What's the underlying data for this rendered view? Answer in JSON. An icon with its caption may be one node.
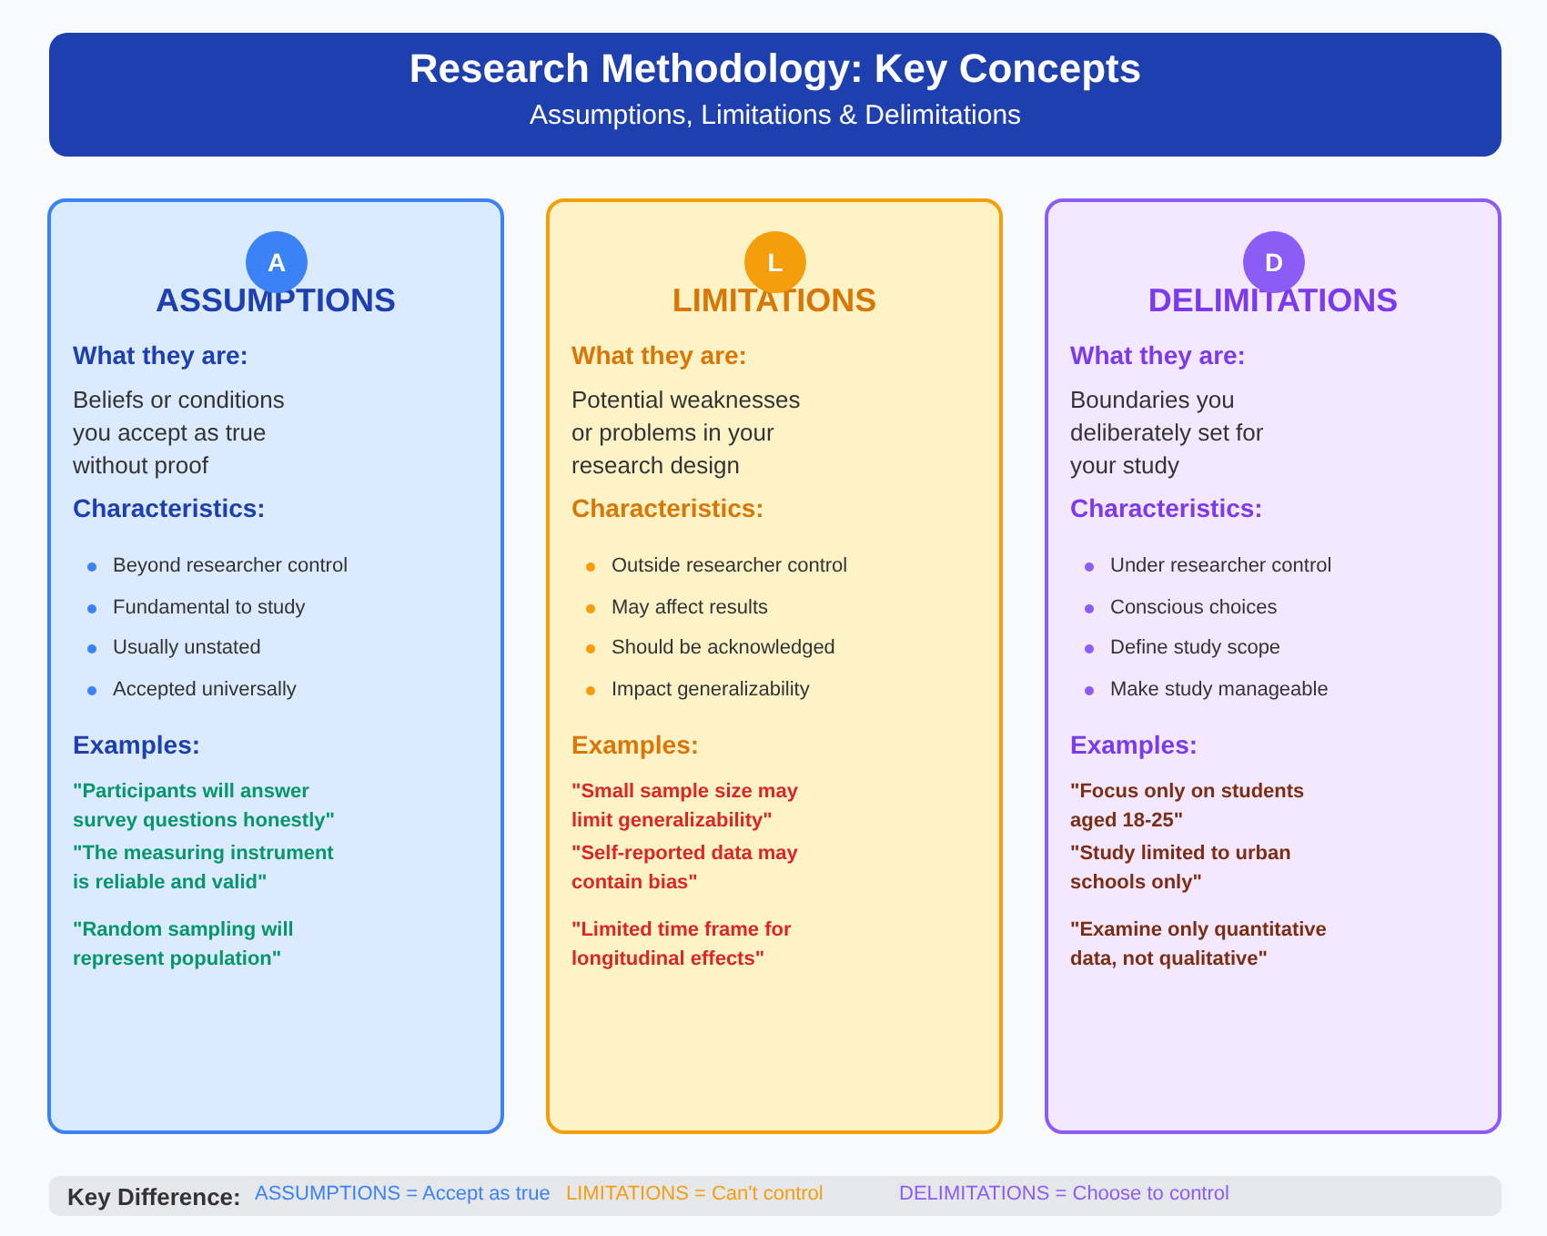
{
  "diagram": {
    "title": "Research Methodology: Key Concepts",
    "caption": "Assumptions, Limitations & Delimitations",
    "nodes": [
      {
        "text": [
          "ASSUMPTIONS",
          "What they are:",
          "Beliefs or conditions you accept as true without proof",
          "Characteristics:",
          "Beyond researcher control",
          "Fundamental to study",
          "Usually unstated",
          "Accepted universally",
          "Examples:",
          "\"Participants will answer survey questions honestly\"",
          "\"The measuring instrument is reliable and valid\"",
          "\"Random sampling will represent population\""
        ]
      },
      {
        "text": [
          "A"
        ],
        "in": 0
      },
      {
        "text": [
          "LIMITATIONS",
          "What they are:",
          "Potential weaknesses or problems in your research design",
          "Characteristics:",
          "Outside researcher control",
          "May affect results",
          "Should be acknowledged",
          "Impact generalizability",
          "Examples:",
          "\"Small sample size may limit generalizability\"",
          "\"Self-reported data may contain bias\"",
          "\"Limited time frame for longitudinal effects\""
        ]
      },
      {
        "text": [
          "L"
        ],
        "in": 2
      },
      {
        "text": [
          "DELIMITATIONS",
          "What they are:",
          "Boundaries you deliberately set for your study",
          "Characteristics:",
          "Under researcher control",
          "Conscious choices",
          "Define study scope",
          "Make study manageable",
          "Examples:",
          "\"Focus only on students aged 18-25\"",
          "\"Study limited to urban schools only\"",
          "\"Examine only quantitative data, not qualitative\""
        ]
      },
      {
        "text": [
          "D"
        ],
        "in": 4
      },
      {
        "text": [
          "Key Difference:",
          "ASSUMPTIONS = Accept as true",
          "LIMITATIONS = Can't control",
          "DELIMITATIONS = Choose to control"
        ]
      }
    ],
    "edges": []
  }
}
